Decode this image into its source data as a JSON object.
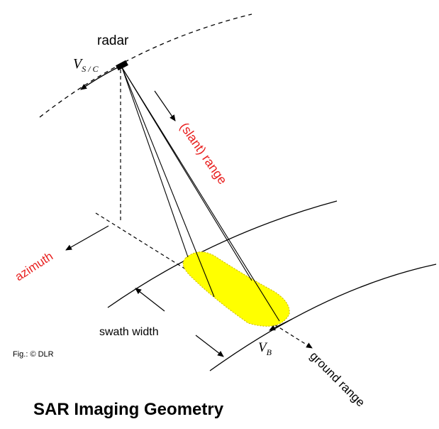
{
  "diagram": {
    "title": "SAR Imaging Geometry",
    "credit": "Fig.: © DLR",
    "labels": {
      "radar": "radar",
      "velocity_sc_main": "V",
      "velocity_sc_sub": "S / C",
      "slant_range": "(slant) range",
      "azimuth": "azimuth",
      "swath_width": "swath width",
      "velocity_b_main": "V",
      "velocity_b_sub": "B",
      "ground_range": "ground range"
    },
    "colors": {
      "line": "#000000",
      "highlight_label": "#e8201f",
      "footprint_fill": "#ffff00",
      "footprint_stroke": "#c8b400"
    }
  }
}
